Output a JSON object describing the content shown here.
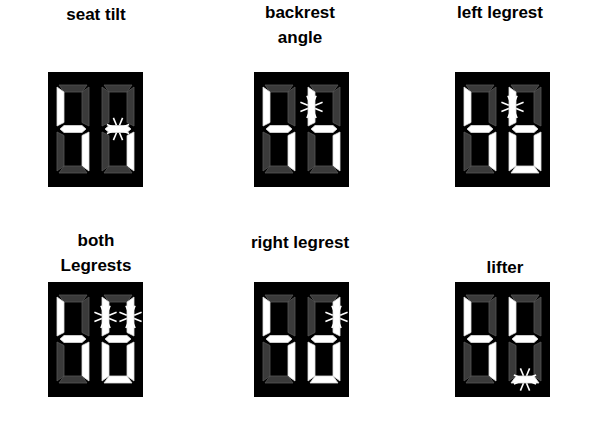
{
  "diagram": {
    "labels": [
      "seat tilt",
      "backrest angle",
      "left legrest",
      "both Legrests",
      "right legrest",
      "lifter"
    ]
  }
}
